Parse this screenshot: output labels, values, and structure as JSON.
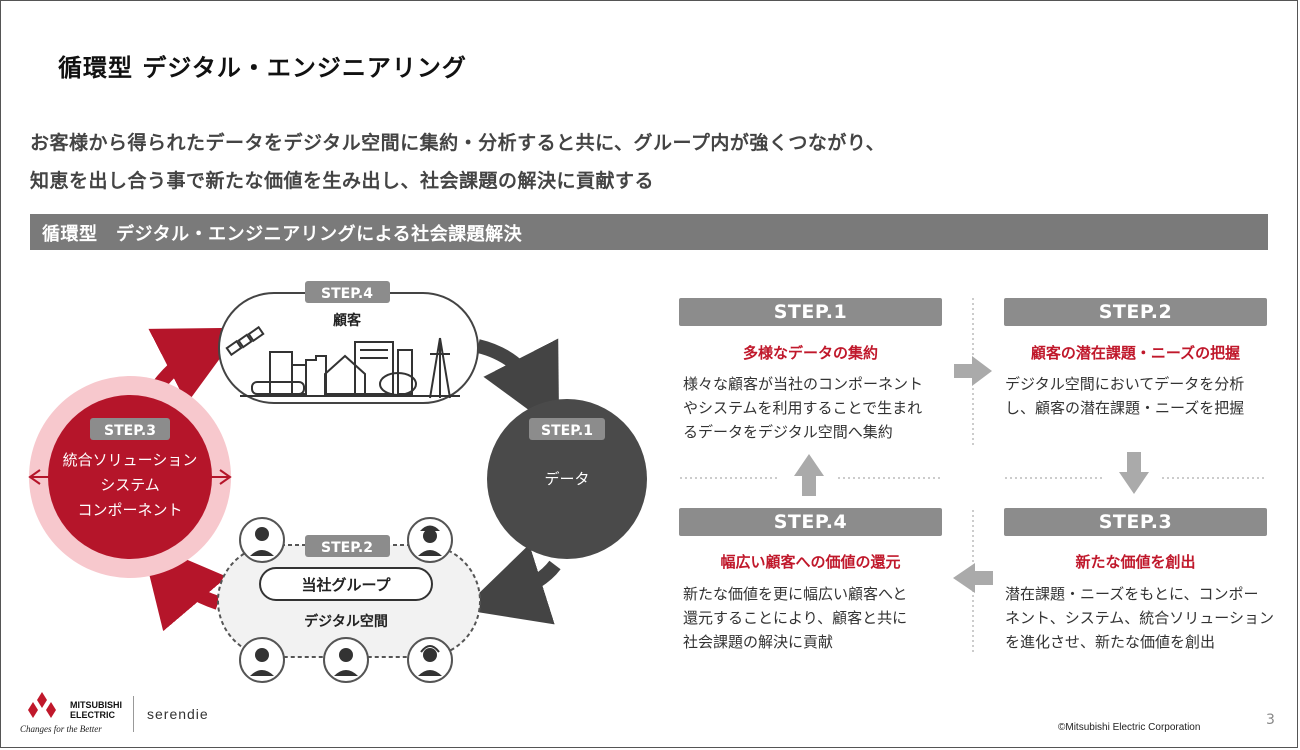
{
  "title": "循環型 デジタル・エンジニアリング",
  "lead": {
    "line1": "お客様から得られたデータをデジタル空間に集約・分析すると共に、グループ内が強くつながり、",
    "line2": "知恵を出し合う事で新たな価値を生み出し、社会課題の解決に貢献する"
  },
  "section_bar": "循環型　デジタル・エンジニアリングによる社会課題解決",
  "cycle": {
    "step4": {
      "badge": "STEP.4",
      "label": "顧客"
    },
    "step1": {
      "badge": "STEP.1",
      "label": "データ"
    },
    "step2": {
      "badge": "STEP.2",
      "pill": "当社グループ",
      "label": "デジタル空間"
    },
    "step3": {
      "badge": "STEP.3",
      "line1": "統合ソリューション",
      "line2": "システム",
      "line3": "コンポーネント"
    }
  },
  "steps": [
    {
      "header": "STEP.1",
      "subtitle": "多様なデータの集約",
      "lines": [
        "様々な顧客が当社のコンポーネント",
        "やシステムを利用することで生まれ",
        "るデータをデジタル空間へ集約"
      ]
    },
    {
      "header": "STEP.2",
      "subtitle": "顧客の潜在課題・ニーズの把握",
      "lines": [
        "デジタル空間においてデータを分析",
        "し、顧客の潜在課題・ニーズを把握"
      ]
    },
    {
      "header": "STEP.3",
      "subtitle": "新たな価値を創出",
      "lines": [
        "潜在課題・ニーズをもとに、コンポー",
        "ネント、システム、統合ソリューション",
        "を進化させ、新たな価値を創出"
      ]
    },
    {
      "header": "STEP.4",
      "subtitle": "幅広い顧客への価値の還元",
      "lines": [
        "新たな価値を更に幅広い顧客へと",
        "還元することにより、顧客と共に",
        "社会課題の解決に貢献"
      ]
    }
  ],
  "footer": {
    "brand_line1": "MITSUBISHI",
    "brand_line2": "ELECTRIC",
    "tagline": "Changes for the Better",
    "partner": "serendie",
    "copyright": "©Mitsubishi Electric Corporation",
    "page": "3"
  },
  "colors": {
    "accent_red": "#c0182b",
    "pink": "#f7c8cd",
    "dark": "#4a4a4a",
    "grey_header": "#8c8c8c"
  }
}
